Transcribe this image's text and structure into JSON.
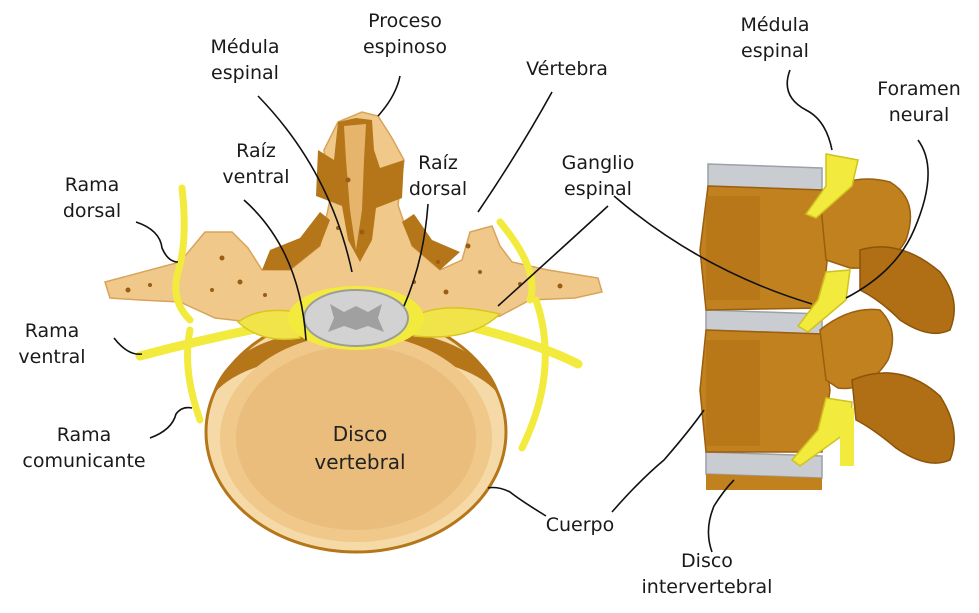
{
  "labels": {
    "proceso_espinoso": "Proceso\nespinoso",
    "medula_espinal_left": "Médula\nespinal",
    "vertebra": "Vértebra",
    "raiz_ventral": "Raíz\nventral",
    "raiz_dorsal": "Raíz\ndorsal",
    "ganglio_espinal": "Ganglio\nespinal",
    "rama_dorsal": "Rama\ndorsal",
    "rama_ventral": "Rama\nventral",
    "rama_comunicante": "Rama\ncomunicante",
    "disco_vertebral": "Disco\nvertebral",
    "cuerpo": "Cuerpo",
    "disco_intervertebral": "Disco\nintervertebral",
    "medula_espinal_right": "Médula\nespinal",
    "foramen_neural": "Foramen\nneural"
  },
  "colors": {
    "bone_light": "#f0c98a",
    "bone_mid": "#e2b070",
    "bone_dark": "#b5761a",
    "bone_brown": "#c1811f",
    "nerve_yellow": "#f2ea3c",
    "ganglion_yellow": "#f0e44a",
    "cord_gray": "#c8c8c8",
    "disc_gray": "#c9cdd2",
    "leader_line": "#111111"
  }
}
